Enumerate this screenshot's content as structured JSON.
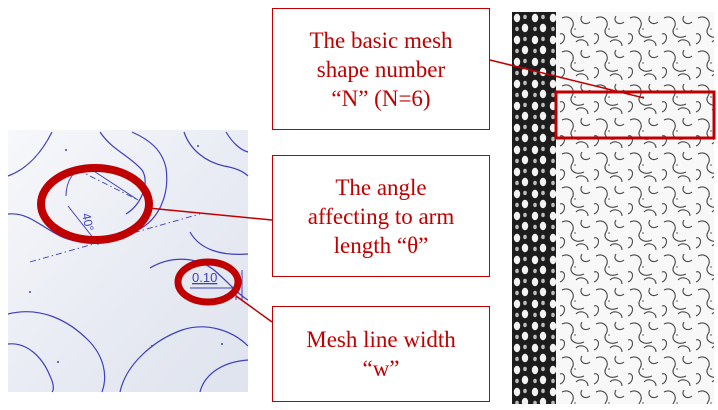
{
  "callouts": {
    "mesh_number": {
      "line1": "The basic mesh",
      "line2": "shape number",
      "line3": "“N” (N=6)"
    },
    "angle": {
      "line1": "The angle",
      "line2": "affecting to arm",
      "line3": "length “θ”"
    },
    "line_width": {
      "line1": "Mesh line width",
      "line2": "“w”"
    }
  },
  "sketch": {
    "angle_dimension": "40°",
    "width_dimension": "0.10"
  },
  "colors": {
    "callout": "#c00000",
    "sketch_line": "#3f3fbf",
    "mesh_line": "#4a4a4a"
  }
}
